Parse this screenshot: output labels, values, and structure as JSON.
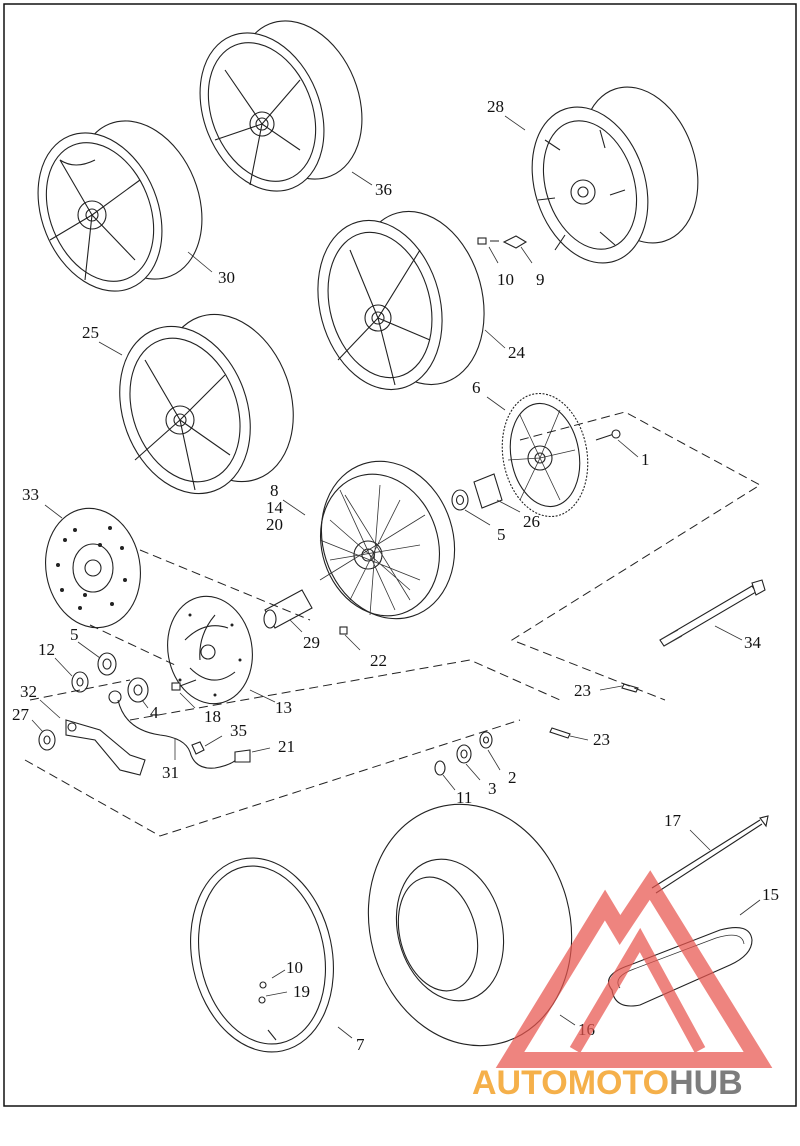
{
  "callouts": {
    "c36": "36",
    "c30": "30",
    "c28": "28",
    "c10a": "10",
    "c9": "9",
    "c24": "24",
    "c25": "25",
    "c6": "6",
    "c1": "1",
    "c8": "8",
    "c14": "14",
    "c20": "20",
    "c5a": "5",
    "c26": "26",
    "c33": "33",
    "c29": "29",
    "c22": "22",
    "c34": "34",
    "c5b": "5",
    "c12": "12",
    "c4": "4",
    "c18": "18",
    "c13": "13",
    "c32": "32",
    "c27": "27",
    "c35": "35",
    "c21": "21",
    "c31": "31",
    "c23a": "23",
    "c23b": "23",
    "c2": "2",
    "c3": "3",
    "c11": "11",
    "c17": "17",
    "c15": "15",
    "c10b": "10",
    "c19": "19",
    "c7": "7",
    "c16": "16"
  },
  "watermark": {
    "part1": "AUTOMOTO",
    "part2": "HUB",
    "triangle_color": "#e8554e",
    "auto_color": "#f5b04a",
    "hub_color": "#7d7d7d"
  }
}
